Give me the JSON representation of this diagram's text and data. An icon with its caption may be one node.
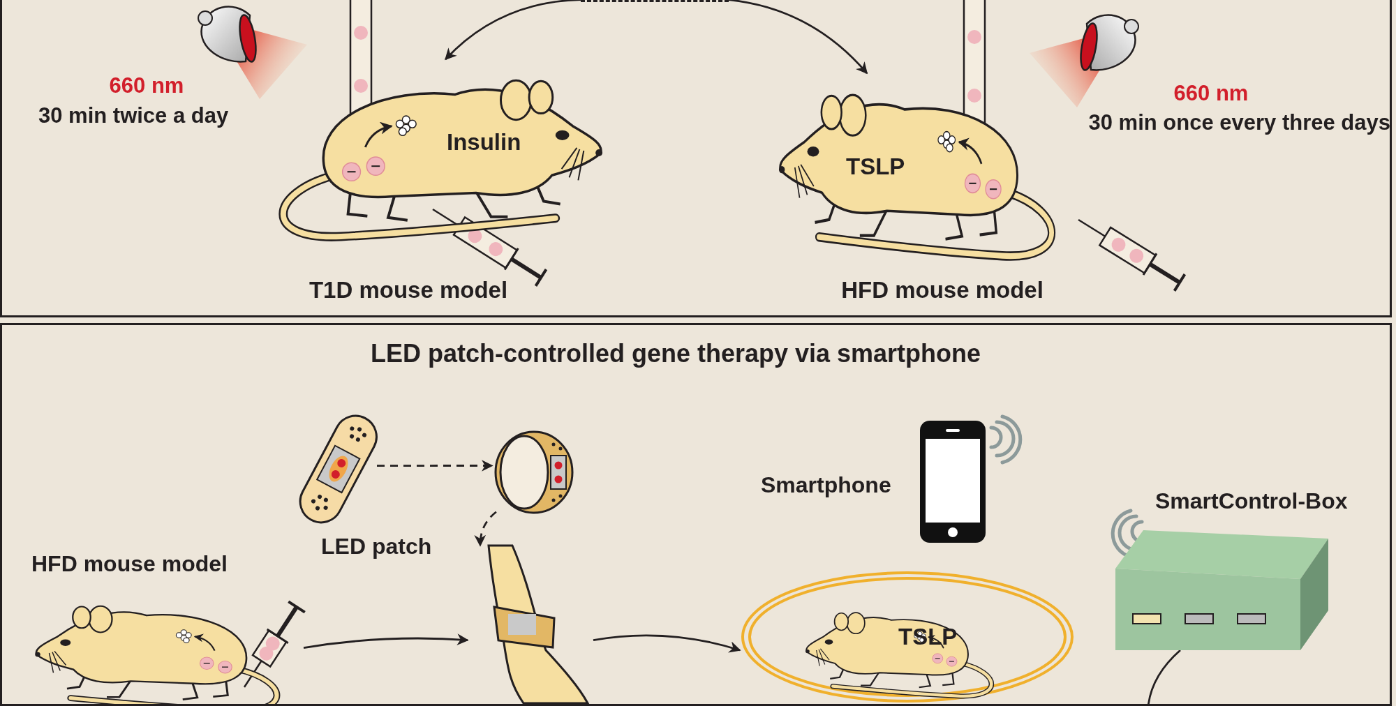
{
  "diagram": {
    "nodes": [
      {
        "text": [],
        "shape": "box"
      },
      {
        "text": [],
        "shape": "box"
      },
      {
        "text": [
          "Insulin"
        ],
        "beside": [
          "T1D mouse model"
        ],
        "in": 0
      },
      {
        "text": [
          "TSLP"
        ],
        "beside": [
          "HFD mouse model"
        ],
        "in": 0
      },
      {
        "text": [
          "LED patch-controlled gene therapy via smartphone"
        ]
      },
      {
        "text": [],
        "shape": "picture",
        "in": 4
      },
      {
        "text": [],
        "shape": "picture",
        "in": 4
      },
      {
        "text": [],
        "shape": "picture",
        "beside": [
          "HFD mouse model"
        ],
        "in": 4
      },
      {
        "text": [],
        "shape": "picture",
        "in": 4
      },
      {
        "text": [],
        "shape": "picture",
        "beside": [
          "Smartphone"
        ],
        "in": 4
      },
      {
        "text": [
          "TSLP"
        ],
        "in": 4
      },
      {
        "text": [],
        "shape": "picture",
        "beside": [
          "SmartControl-Box"
        ],
        "in": 4
      }
    ],
    "edges": [
      {
        "from": 1,
        "to": 2,
        "arrow": "to"
      },
      {
        "from": 1,
        "to": 3,
        "arrow": "to"
      },
      {
        "from": 5,
        "to": 6,
        "arrow": "to",
        "style": "dashed"
      },
      {
        "from": 6,
        "to": 8,
        "arrow": "to",
        "style": "dashed"
      },
      {
        "from": 7,
        "to": 8,
        "arrow": "to"
      },
      {
        "from": 8,
        "to": 10,
        "arrow": "to"
      },
      {
        "from": 11,
        "to": null,
        "arrow": "none"
      }
    ],
    "labels": [
      "660 nm",
      "30 min twice a day",
      "660 nm",
      "30 min once every three days",
      "LED patch"
    ]
  }
}
